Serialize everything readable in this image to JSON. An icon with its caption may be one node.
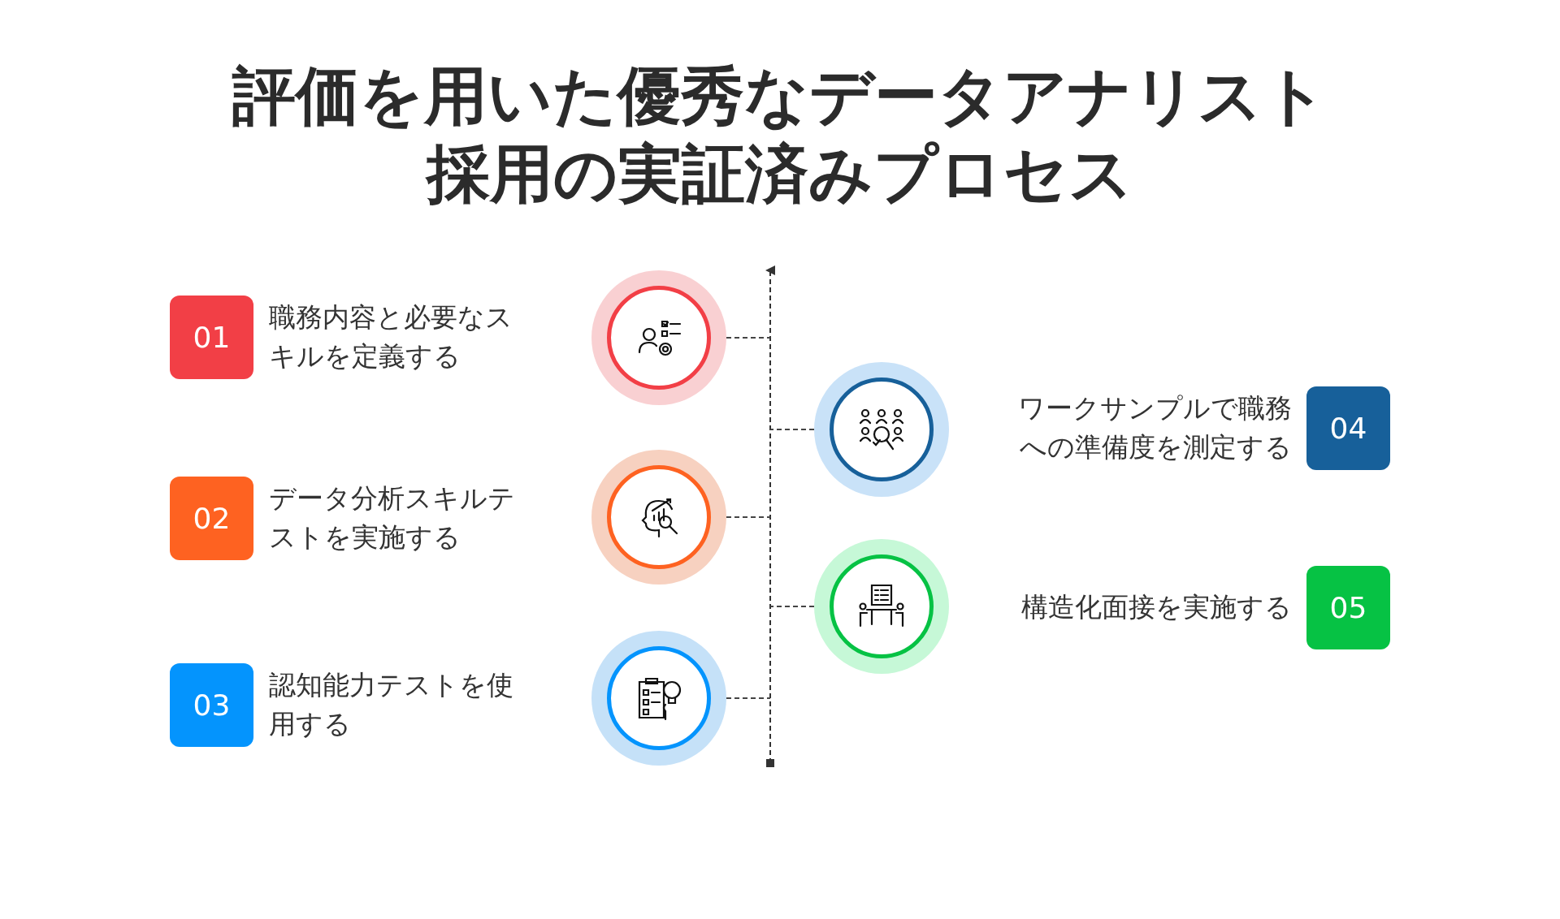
{
  "diagram": {
    "title": "評価を用いた優秀なデータアナリスト採用の実証済みプロセス",
    "nodes": [
      {
        "text": [
          "01"
        ],
        "beside": [
          "職務内容と必要なスキルを定義する"
        ]
      },
      {
        "text": [
          "02"
        ],
        "beside": [
          "データ分析スキルテストを実施する"
        ]
      },
      {
        "text": [
          "03"
        ],
        "beside": [
          "認知能力テストを使用する"
        ]
      },
      {
        "text": [
          "04"
        ],
        "beside": [
          "ワークサンプルで職務への準備度を測定する"
        ]
      },
      {
        "text": [
          "05"
        ],
        "beside": [
          "構造化面接を実施する"
        ]
      },
      {
        "text": [],
        "shape": "circle"
      },
      {
        "text": [],
        "shape": "circle"
      },
      {
        "text": [],
        "shape": "circle"
      },
      {
        "text": [],
        "shape": "circle"
      },
      {
        "text": [],
        "shape": "circle"
      },
      {
        "text": [],
        "shape": "bar"
      }
    ],
    "edges": [
      {
        "from": 5,
        "to": 10,
        "arrow": "none",
        "style": "dashed"
      },
      {
        "from": 8,
        "to": 10,
        "arrow": "none",
        "style": "dashed"
      },
      {
        "from": 6,
        "to": 10,
        "arrow": "none",
        "style": "dashed"
      },
      {
        "from": 9,
        "to": 10,
        "arrow": "none",
        "style": "dashed"
      },
      {
        "from": 7,
        "to": 10,
        "arrow": "none",
        "style": "dashed"
      }
    ]
  }
}
